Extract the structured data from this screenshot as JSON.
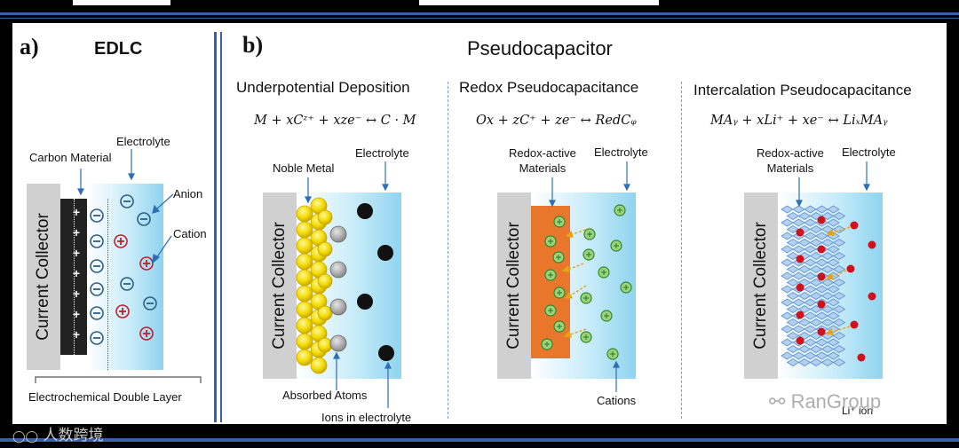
{
  "panel_a": {
    "letter": "a)",
    "title": "EDLC",
    "collector": "Current Collector",
    "carbon": "Carbon Material",
    "electrolyte": "Electrolyte",
    "anion": "Anion",
    "cation": "Cation",
    "double_layer": "Electrochemical Double Layer"
  },
  "panel_b": {
    "letter": "b)",
    "title": "Pseudocapacitor",
    "upd": {
      "heading": "Underpotential Deposition",
      "equation": "M + xCᶻ⁺ + xze⁻ ↔ C · M",
      "collector": "Current Collector",
      "noble": "Noble Metal",
      "electrolyte": "Electrolyte",
      "absorbed": "Absorbed Atoms",
      "ions": "Ions in electrolyte"
    },
    "redox": {
      "heading": "Redox Pseudocapacitance",
      "equation": "Ox + zC⁺ + ze⁻ ↔ RedCᵩ",
      "collector": "Current Collector",
      "materials": "Redox-active\nMaterials",
      "electrolyte": "Electrolyte",
      "cations": "Cations"
    },
    "intercalation": {
      "heading": "Intercalation Pseudocapacitance",
      "equation": "MAᵧ + xLi⁺ + xe⁻ ↔ LiₓMAᵧ",
      "collector": "Current Collector",
      "materials": "Redox-active\nMaterials",
      "electrolyte": "Electrolyte",
      "ion": "Li⁺ ion"
    }
  },
  "watermarks": {
    "left": "人数跨境",
    "right": "RanGroup"
  },
  "colors": {
    "frame_blue": "#3b5fa8",
    "anion": "#2b5f86",
    "cation": "#c0202a",
    "noble_metal": "#f3dc00",
    "redox_material": "#e8762b",
    "green_cation": "#2a8a2e",
    "li_ion": "#d0101a",
    "lattice": "#5b8fd0"
  }
}
